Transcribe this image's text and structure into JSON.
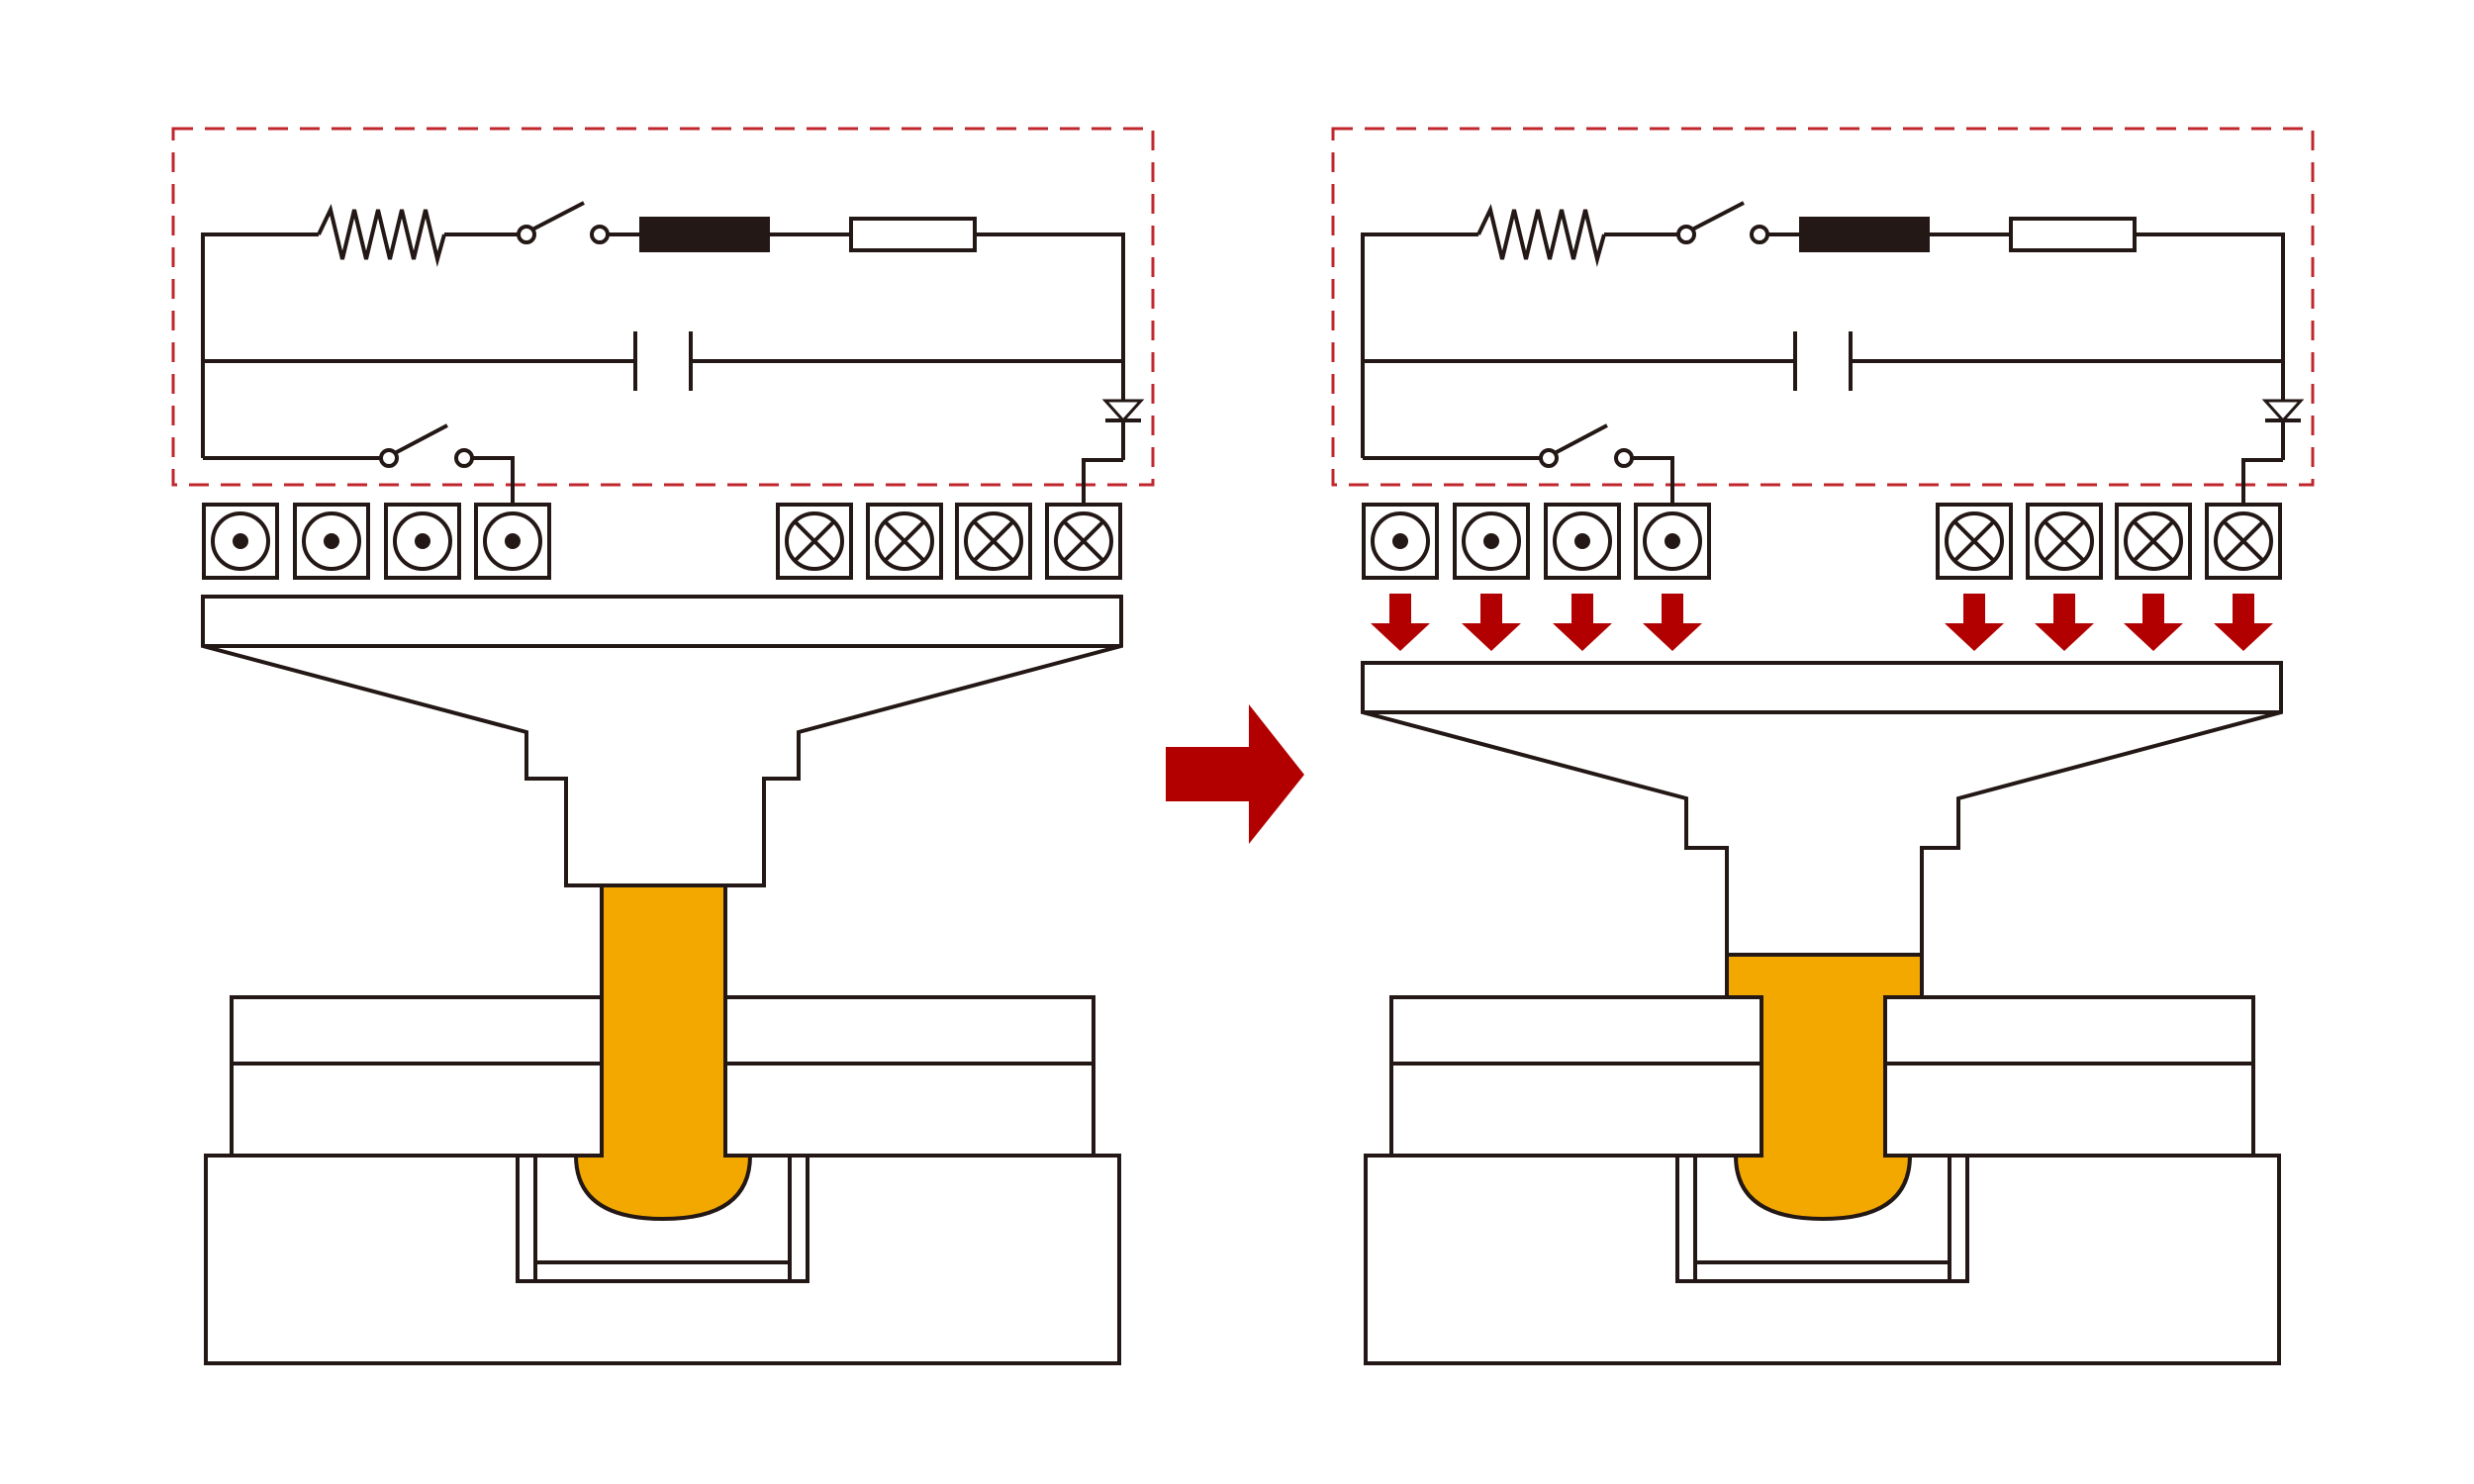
{
  "diagram": {
    "panels": [
      {
        "id": "before",
        "state": "before_upset"
      },
      {
        "id": "after",
        "state": "after_upset"
      }
    ],
    "colors": {
      "line": "#231815",
      "dashed_boundary": "#c0272d",
      "arrow": "#b20000",
      "rivet": "#f3a800",
      "inductor": "#231815",
      "background": "#ffffff"
    },
    "components": {
      "circuit": [
        "coil",
        "switch",
        "inductor",
        "resistor",
        "capacitor",
        "thyristor",
        "switch"
      ],
      "magnet_pole_icons": [
        "dot-pole",
        "dot-pole",
        "dot-pole",
        "dot-pole",
        "cross-pole",
        "cross-pole",
        "cross-pole",
        "cross-pole"
      ],
      "force_arrow_count": 8
    }
  }
}
